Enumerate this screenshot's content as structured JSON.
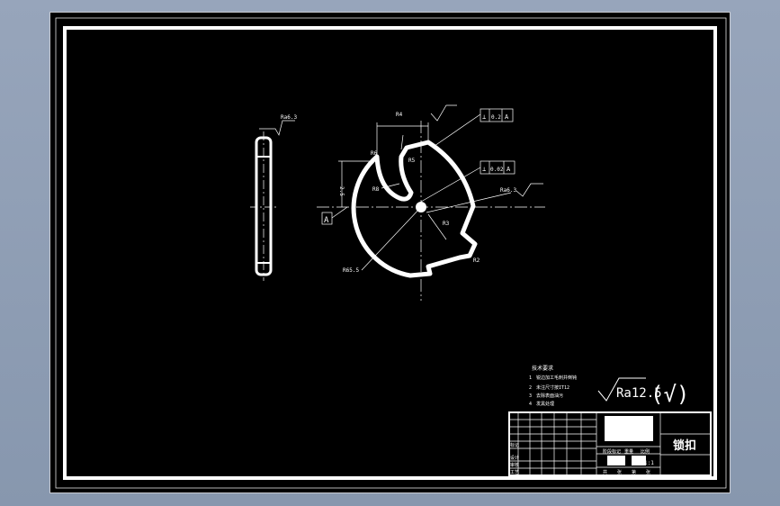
{
  "drawing": {
    "part_name": "锁扣",
    "roughness_label": "Ra12.5",
    "roughness_check": "(√)",
    "datum_label": "A",
    "tech_req_title": "技术要求",
    "tech_req_items": [
      "1",
      "锐边加工毛刺并倒钝",
      "2",
      "未注尺寸按IT12",
      "3",
      "去除表面油污",
      "4",
      "发黑处理"
    ],
    "side_view": {
      "roughness": "Ra6.3"
    },
    "front_view": {
      "tolerance_frames": [
        [
          "⊥",
          "0.2",
          "A"
        ],
        [
          "⊥",
          "0.02",
          "A"
        ]
      ],
      "surface_callout": "Ra6.3",
      "dims": [
        "R4",
        "R6",
        "R5",
        "R8",
        "R3",
        "R2",
        "2.5",
        "R65.5"
      ]
    },
    "title_block": {
      "row_labels": [
        "标记",
        "设计",
        "审核",
        "工艺"
      ],
      "stage_labels": [
        "阶段标记",
        "重量",
        "比例"
      ],
      "scale": "1:1",
      "sheet_labels": [
        "共",
        "张",
        "第",
        "张"
      ]
    }
  }
}
